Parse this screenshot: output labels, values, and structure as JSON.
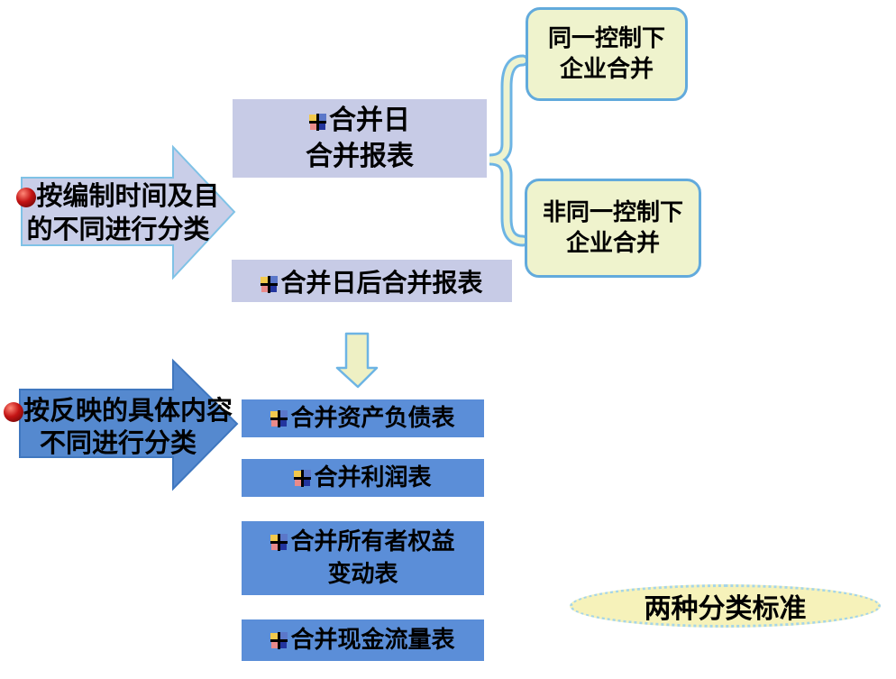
{
  "palette": {
    "lavender_box": "#c7cbe6",
    "light_arrow_fill": "#c9cee8",
    "light_arrow_border": "#7fc2e6",
    "solid_arrow_fill": "#5589cf",
    "solid_arrow_border": "#3f77bf",
    "blue_box": "#5b8ed8",
    "pale_green_fill": "#eff3cd",
    "rounded_border_blue": "#62aadc",
    "brace_stroke_blue": "#6db4e4",
    "down_arrow_fill": "#eef0c4",
    "ellipse_fill": "#f6f2ba",
    "ellipse_border": "#a5d5e8",
    "text_color": "#000000",
    "bullet_red": "#c41414"
  },
  "icons": {
    "bullet": "red-sphere-icon",
    "item_marker": "colored-cross-icon"
  },
  "arrows": {
    "by_time": {
      "line1": "按编制时间及目",
      "line2": "的不同进行分类"
    },
    "by_content": {
      "line1": "按反映的具体内容",
      "line2": "不同进行分类"
    }
  },
  "time_branch": {
    "merge_date_box": {
      "line1": "合并日",
      "line2": "合并报表"
    },
    "after_merge_box": {
      "label": "合并日后合并报表"
    },
    "control_same": {
      "line1": "同一控制下",
      "line2": "企业合并"
    },
    "control_diff": {
      "line1": "非同一控制下",
      "line2": "企业合并"
    }
  },
  "content_branch": {
    "balance_sheet": {
      "label": "合并资产负债表"
    },
    "income_statement": {
      "label": "合并利润表"
    },
    "equity_change": {
      "line1": "合并所有者权益",
      "line2": "变动表"
    },
    "cash_flow": {
      "label": "合并现金流量表"
    }
  },
  "footer": {
    "label": "两种分类标准"
  }
}
